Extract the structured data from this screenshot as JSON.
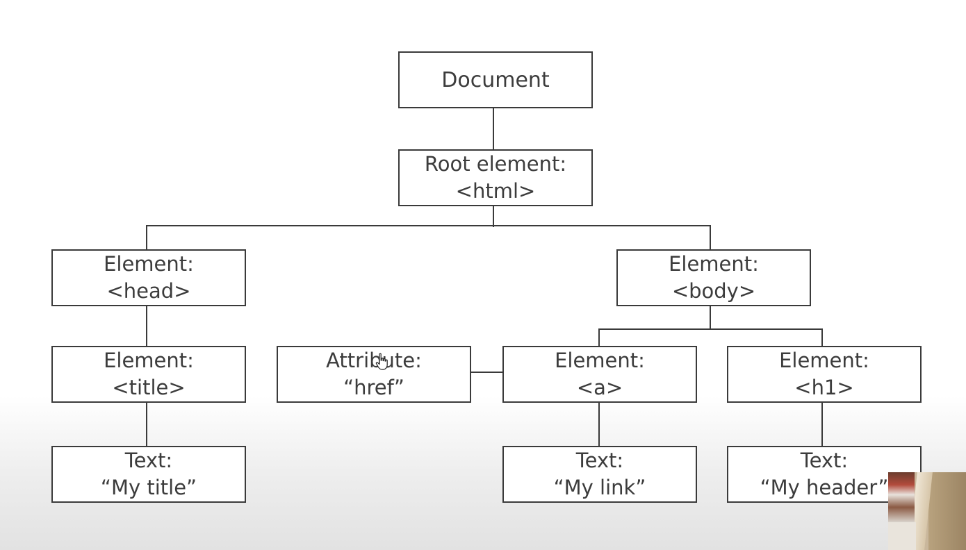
{
  "diagram": {
    "nodes": {
      "document": {
        "lines": [
          "Document"
        ]
      },
      "root": {
        "lines": [
          "Root element:",
          "<html>"
        ]
      },
      "head": {
        "lines": [
          "Element:",
          "<head>"
        ]
      },
      "body": {
        "lines": [
          "Element:",
          "<body>"
        ]
      },
      "title": {
        "lines": [
          "Element:",
          "<title>"
        ]
      },
      "attribute": {
        "lines": [
          "Attribute:",
          "“href”"
        ]
      },
      "a": {
        "lines": [
          "Element:",
          "<a>"
        ]
      },
      "h1": {
        "lines": [
          "Element:",
          "<h1>"
        ]
      },
      "text_title": {
        "lines": [
          "Text:",
          "“My title”"
        ]
      },
      "text_link": {
        "lines": [
          "Text:",
          "“My link”"
        ]
      },
      "text_header": {
        "lines": [
          "Text:",
          "“My header”"
        ]
      }
    }
  },
  "overlay": {
    "cursor_icon": "hand-pointer-icon",
    "webcam": "webcam-thumbnail"
  },
  "colors": {
    "box_border": "#3a3a3a",
    "text": "#3c3c3c",
    "background": "#ffffff"
  }
}
